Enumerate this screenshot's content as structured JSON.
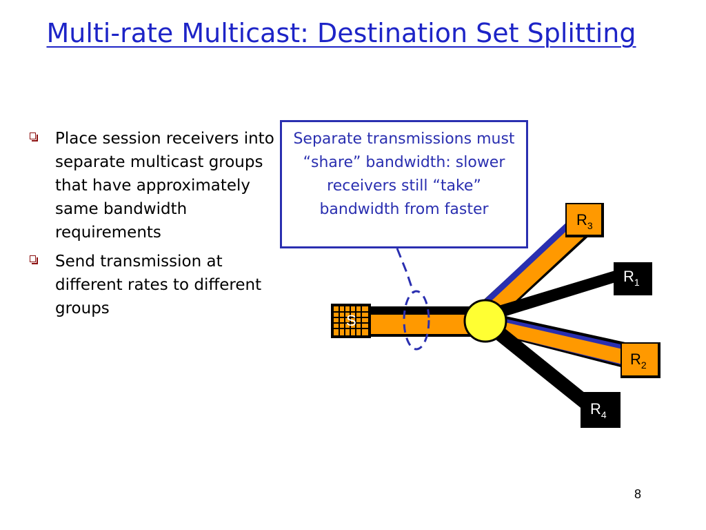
{
  "slide": {
    "title": "Multi-rate Multicast: Destination Set Splitting",
    "bullets": [
      "Place session receivers into separate multicast groups that have approximately same bandwidth requirements",
      "Send transmission at different rates to different groups"
    ],
    "callout": "Separate transmissions must “share” bandwidth: slower receivers still “take” bandwidth from faster",
    "page_number": "8"
  },
  "diagram": {
    "source": {
      "label": "S"
    },
    "receivers": [
      {
        "name": "R",
        "sub": "3"
      },
      {
        "name": "R",
        "sub": "1"
      },
      {
        "name": "R",
        "sub": "2"
      },
      {
        "name": "R",
        "sub": "4"
      }
    ],
    "colors": {
      "fast_link": "#ff9900",
      "slow_link": "#000000",
      "blue_link": "#3333cc",
      "router": "#ffff33",
      "accent": "#1d24c7"
    }
  }
}
